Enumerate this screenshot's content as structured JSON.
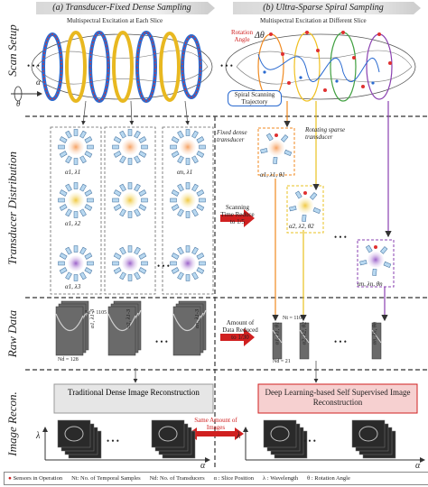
{
  "headers": {
    "a": "(a) Transducer-Fixed Dense Sampling",
    "b": "(b) Ultra-Sparse Spiral Sampling"
  },
  "rows": [
    "Scan Setup",
    "Transducer Distribution",
    "Raw Data",
    "Image Recon."
  ],
  "scan": {
    "sub_a": "Multispectral Excitation at Each Slice",
    "sub_b": "Multispectral Excitation at Different Slice",
    "rotation_angle": "Rotation Angle",
    "delta_theta": "Δθ",
    "spiral": "Spiral Scanning Trajectory",
    "alpha": "α",
    "theta": "θ",
    "dots": "• • •"
  },
  "transducer": {
    "fixed_label": "Fixed dense transducer",
    "rotating_label": "Rotating sparse transducer",
    "scan_time_text": "Scanning Time Reduce to 1/5",
    "labels_a": [
      "α1, λ1",
      "α1, λ2",
      "α1, λ3"
    ],
    "labels_end": "αn, λ1",
    "labels_b": [
      "α1, λ1, θ1",
      "α2, λ2, θ2",
      "αn, λn, θn"
    ]
  },
  "raw": {
    "stack_a_label": "α1, λ1-3",
    "stack_a2_label": "α2, λ1-3",
    "stack_an_label": "αn, λ1-3",
    "nt": "Nt = 1105",
    "nd_a": "Nd = 128",
    "nd_b": "Nd = 21",
    "data_text": "Amount of Data Reduced to 1/30",
    "labels_b": [
      "α1, λ1, θ1",
      "α2, λ2, θ2",
      "αn, λn, θn"
    ]
  },
  "recon": {
    "traditional": "Traditional Dense Image Reconstruction",
    "deep": "Deep Learning-based Self Supervised Image Reconstruction",
    "same_amount": "Same Amount of Images",
    "lambda": "λ",
    "alpha": "α"
  },
  "legend": [
    "Sensors in Operation",
    "Nt: No. of Temporal Samples",
    "Nd: No. of Transducers",
    "α : Slice Position",
    "λ : Wavelength",
    "θ : Rotation Angle"
  ],
  "colors": {
    "red": "#d02020",
    "orange": "#f08a20",
    "yellow": "#e8c020",
    "purple": "#8a40b0",
    "gray_box": "#e6e6e6",
    "pink_box": "#f6d0d0"
  }
}
